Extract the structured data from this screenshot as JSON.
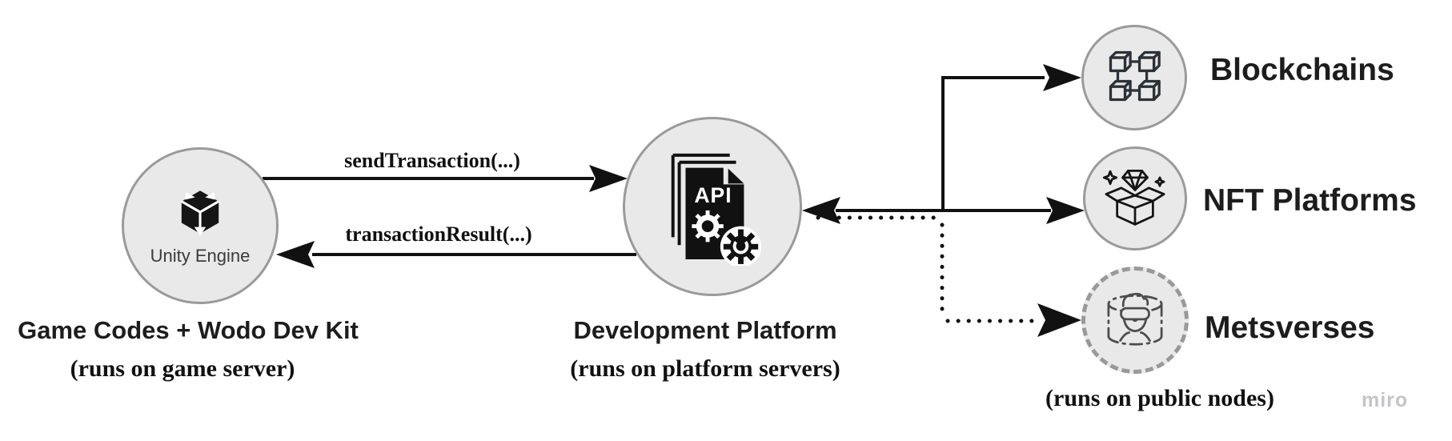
{
  "nodes": {
    "game": {
      "icon": "unity-engine-icon",
      "engine_label": "Unity Engine",
      "title": "Game Codes + Wodo Dev Kit",
      "subtitle": "(runs on game server)"
    },
    "platform": {
      "icon": "api-document-icon",
      "icon_text": "API",
      "title": "Development Platform",
      "subtitle": "(runs on platform servers)"
    },
    "blockchains": {
      "icon": "linked-cubes-icon",
      "label": "Blockchains"
    },
    "nft": {
      "icon": "box-diamond-icon",
      "label": "NFT Platforms"
    },
    "metaverses": {
      "icon": "vr-avatar-icon",
      "label": "Metsverses",
      "border_style": "dashed"
    },
    "note_public_nodes": "(runs on public nodes)"
  },
  "edges": {
    "send_transaction": {
      "label": "sendTransaction(...)",
      "style": "solid",
      "from": "game",
      "to": "platform"
    },
    "transaction_result": {
      "label": "transactionResult(...)",
      "style": "solid",
      "from": "platform",
      "to": "game"
    },
    "platform_external": {
      "style": "solid",
      "direction": "bidirectional",
      "targets": [
        "blockchains",
        "nft"
      ]
    },
    "platform_metaverse": {
      "style": "dotted",
      "direction": "one-way",
      "target": "metaverses"
    }
  },
  "watermark": "miro",
  "colors": {
    "node_fill": "#e9e9e9",
    "node_border": "#9a9a9a",
    "line": "#111111",
    "title_text": "#1d1d1d",
    "engine_text": "#3a3a3a",
    "watermark": "#c4c4c9",
    "icon_stroke": "#2b3136"
  }
}
